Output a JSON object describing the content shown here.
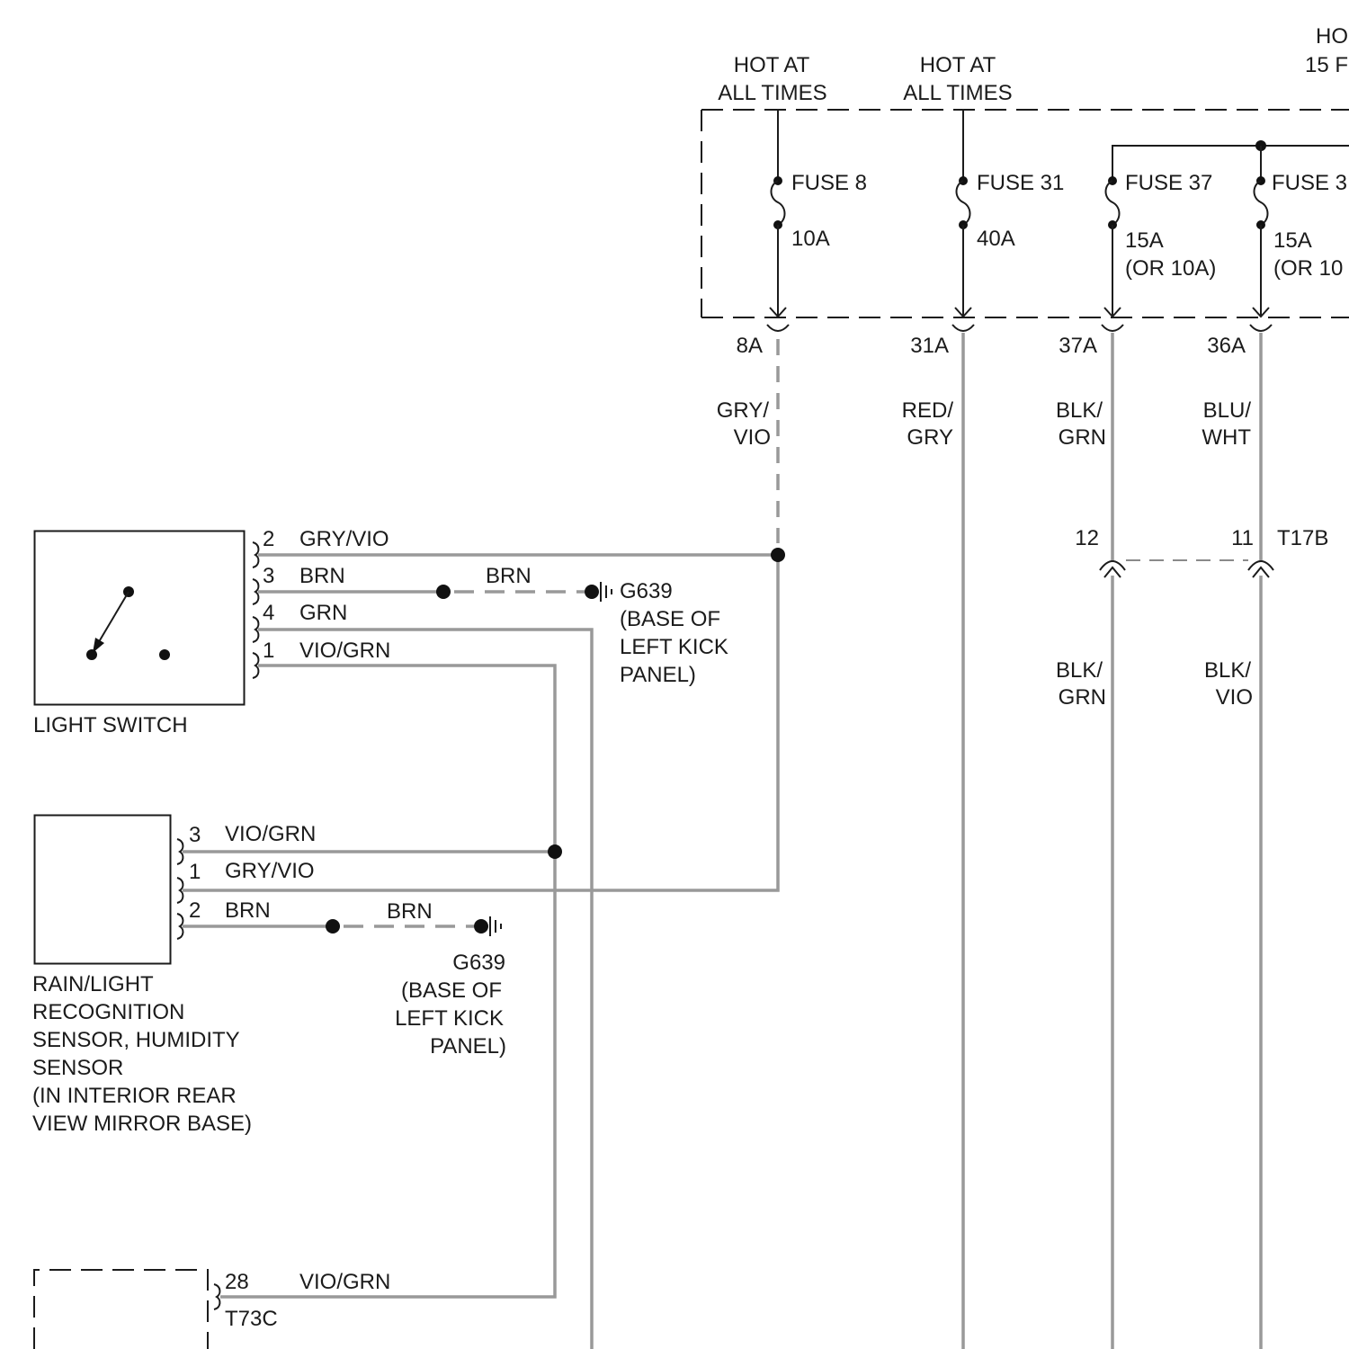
{
  "power_feeds": [
    {
      "line1": "HOT AT",
      "line2": "ALL TIMES"
    },
    {
      "line1": "HOT AT",
      "line2": "ALL TIMES"
    },
    {
      "line1": "HO",
      "line2": "15 F"
    }
  ],
  "fuses": [
    {
      "name": "FUSE 8",
      "rating": "10A",
      "connector": "8A",
      "wire": [
        "GRY/",
        "VIO"
      ]
    },
    {
      "name": "FUSE 31",
      "rating": "40A",
      "connector": "31A",
      "wire": [
        "RED/",
        "GRY"
      ]
    },
    {
      "name": "FUSE 37",
      "rating": "15A",
      "alt_rating": "(OR 10A)",
      "connector": "37A",
      "wire": [
        "BLK/",
        "GRN"
      ]
    },
    {
      "name": "FUSE 3",
      "rating": "15A",
      "alt_rating": "(OR 10",
      "connector": "36A",
      "wire": [
        "BLU/",
        "WHT"
      ]
    }
  ],
  "connector_t17b": {
    "name": "T17B",
    "pins": [
      "12",
      "11"
    ],
    "wires_below": [
      [
        "BLK/",
        "GRN"
      ],
      [
        "BLK/",
        "VIO"
      ]
    ]
  },
  "light_switch": {
    "label": "LIGHT SWITCH",
    "pins": [
      {
        "num": "2",
        "wire": "GRY/VIO"
      },
      {
        "num": "3",
        "wire": "BRN"
      },
      {
        "num": "4",
        "wire": "GRN"
      },
      {
        "num": "1",
        "wire": "VIO/GRN"
      }
    ],
    "ground": {
      "wire": "BRN",
      "id": "G639",
      "location": [
        "(BASE OF",
        "LEFT KICK",
        "PANEL)"
      ]
    }
  },
  "rain_sensor": {
    "label": [
      "RAIN/LIGHT",
      "RECOGNITION",
      "SENSOR, HUMIDITY",
      "SENSOR",
      "(IN INTERIOR REAR",
      "VIEW MIRROR BASE)"
    ],
    "pins": [
      {
        "num": "3",
        "wire": "VIO/GRN"
      },
      {
        "num": "1",
        "wire": "GRY/VIO"
      },
      {
        "num": "2",
        "wire": "BRN"
      }
    ],
    "ground": {
      "wire": "BRN",
      "id": "G639",
      "location": [
        "(BASE OF",
        "LEFT KICK",
        "PANEL)"
      ]
    }
  },
  "module_t73c": {
    "connector": "T73C",
    "pins": [
      {
        "num": "28",
        "wire": "VIO/GRN"
      }
    ]
  },
  "colors": {
    "gry": "#c8c8c8",
    "gry_vio": "#d6a0d6",
    "brn": "#7d6a1c",
    "grn": "#3fae1f",
    "vio_grn": "#d63cd6",
    "red_gry": "#e5262b",
    "blk_grn": "#4f8d41",
    "blu_wht": "#2436d4",
    "blk_vio": "#8d5b8d",
    "connector_body": "#8a8a8a"
  }
}
